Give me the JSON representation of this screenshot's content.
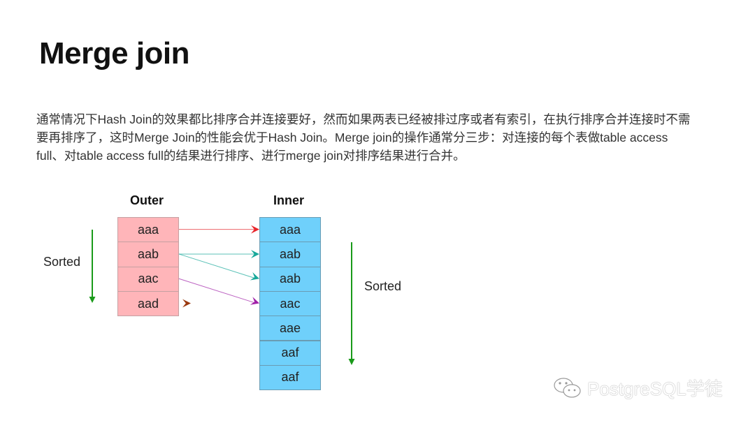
{
  "slide": {
    "title": "Merge join",
    "paragraph_lines": [
      "通常情况下Hash Join的效果都比排序合并连接要好，然而如果两表已经被排过序或者有索引，在执行排序合并连接时不需",
      "要再排序了，这时Merge Join的性能会优于Hash Join。Merge join的操作通常分三步：对连接的每个表做table access",
      "full、对table access full的结果进行排序、进行merge join对排序结果进行合并。"
    ]
  },
  "diagram": {
    "outer": {
      "label": "Outer",
      "rows": [
        "aaa",
        "aab",
        "aac",
        "aad"
      ],
      "fill": "#ffb5b9"
    },
    "inner": {
      "label": "Inner",
      "rows": [
        "aaa",
        "aab",
        "aab",
        "aac",
        "aae",
        "aaf",
        "aaf"
      ],
      "fill": "#6fd0fb"
    },
    "sorted_label_left": "Sorted",
    "sorted_label_right": "Sorted",
    "sorted_arrow_color": "#1a9a1a",
    "links": [
      {
        "from": 0,
        "to": 0,
        "color": "#e8252b"
      },
      {
        "from": 1,
        "to": 1,
        "color": "#17a89a"
      },
      {
        "from": 1,
        "to": 2,
        "color": "#17a89a"
      },
      {
        "from": 2,
        "to": 3,
        "color": "#a020a8"
      },
      {
        "from": 3,
        "to": null,
        "color": "#9a3a10"
      }
    ]
  },
  "watermark": {
    "text": "PostgreSQL学徒",
    "icon": "wechat-icon"
  }
}
